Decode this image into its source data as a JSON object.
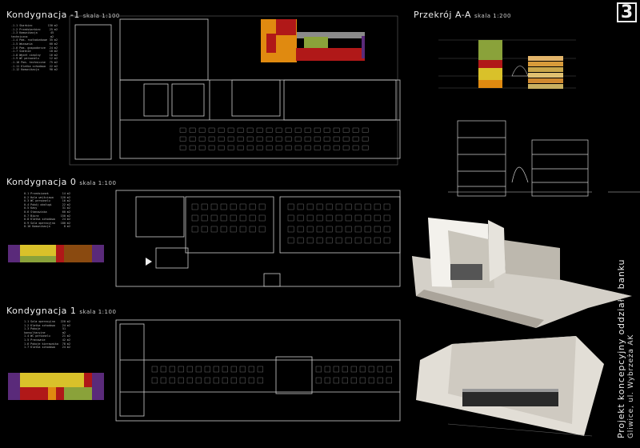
{
  "sections": {
    "level_minus1": {
      "title": "Kondygnacja -1",
      "scale": "skala 1:100"
    },
    "level_0": {
      "title": "Kondygnacja 0",
      "scale": "skala 1:100"
    },
    "level_1": {
      "title": "Kondygnacja 1",
      "scale": "skala 1:100"
    },
    "section_aa": {
      "title": "Przekrój A-A",
      "scale": "skala 1:200"
    }
  },
  "sheet_number": "3",
  "sidebar": {
    "title_line1": "Projekt koncepcyjny oddziału banku",
    "title_line2": "Gliwice, ul. Wybrzeża AK"
  },
  "legend_minus1": [
    {
      "code": "-1.1",
      "name": "Skarbiec",
      "area": "130 m2"
    },
    {
      "code": "-1.2",
      "name": "Przedskarbiec",
      "area": "25 m2"
    },
    {
      "code": "-1.3",
      "name": "Komunikacja techniczna",
      "area": "45 m2"
    },
    {
      "code": "-1.4",
      "name": "Pom. rozładunkowe",
      "area": "35 m2"
    },
    {
      "code": "-1.5",
      "name": "Wozownia",
      "area": "60 m2"
    },
    {
      "code": "-1.6",
      "name": "Pom. gospodarcze",
      "area": "24 m2"
    },
    {
      "code": "-1.7",
      "name": "Szatnie",
      "area": "18 m2"
    },
    {
      "code": "-1.8",
      "name": "Węzeł cieplny",
      "area": "16 m2"
    },
    {
      "code": "-1.9",
      "name": "WC personelu",
      "area": "12 m2"
    },
    {
      "code": "-1.10",
      "name": "Pom. techniczne",
      "area": "75 m2"
    },
    {
      "code": "-1.11",
      "name": "Klatka schodowa",
      "area": "22 m2"
    },
    {
      "code": "-1.12",
      "name": "Komunikacja",
      "area": "90 m2"
    }
  ],
  "legend_0": [
    {
      "code": "0.1",
      "name": "Przedsionek",
      "area": "14 m2"
    },
    {
      "code": "0.2",
      "name": "Hala wejściowa",
      "area": "120 m2"
    },
    {
      "code": "0.3",
      "name": "WC personelu",
      "area": "16 m2"
    },
    {
      "code": "0.4",
      "name": "Pokój obsługi",
      "area": "22 m2"
    },
    {
      "code": "0.5",
      "name": "Kasy",
      "area": "31 m2"
    },
    {
      "code": "0.6",
      "name": "Stanowiska",
      "area": "60 m2"
    },
    {
      "code": "0.7",
      "name": "Biura",
      "area": "150 m2"
    },
    {
      "code": "0.8",
      "name": "Klatka schodowa",
      "area": "24 m2"
    },
    {
      "code": "0.9",
      "name": "Sala operacyjna",
      "area": "180 m2"
    },
    {
      "code": "0.10",
      "name": "Komunikacja",
      "area": "8 m2"
    }
  ],
  "legend_1": [
    {
      "code": "1.1",
      "name": "Sala operacyjna",
      "area": "220 m2"
    },
    {
      "code": "1.2",
      "name": "Klatka schodowa",
      "area": "24 m2"
    },
    {
      "code": "1.3",
      "name": "Pokoje konsultacyjne",
      "area": "51 m2"
    },
    {
      "code": "1.4",
      "name": "WC personelu",
      "area": "21 m2"
    },
    {
      "code": "1.5",
      "name": "Pracownie",
      "area": "42 m2"
    },
    {
      "code": "1.6",
      "name": "Pokoje kierownika",
      "area": "78 m2"
    },
    {
      "code": "1.7",
      "name": "Klatka schodowa",
      "area": "24 m2"
    }
  ],
  "colors": {
    "orange": "#e08a10",
    "yellow": "#d9c12a",
    "olive": "#8aa23a",
    "red": "#b01818",
    "purple": "#5a2a7a",
    "brown": "#8a4a10",
    "gray": "#8a8a8a",
    "line": "#cfcfcf"
  }
}
